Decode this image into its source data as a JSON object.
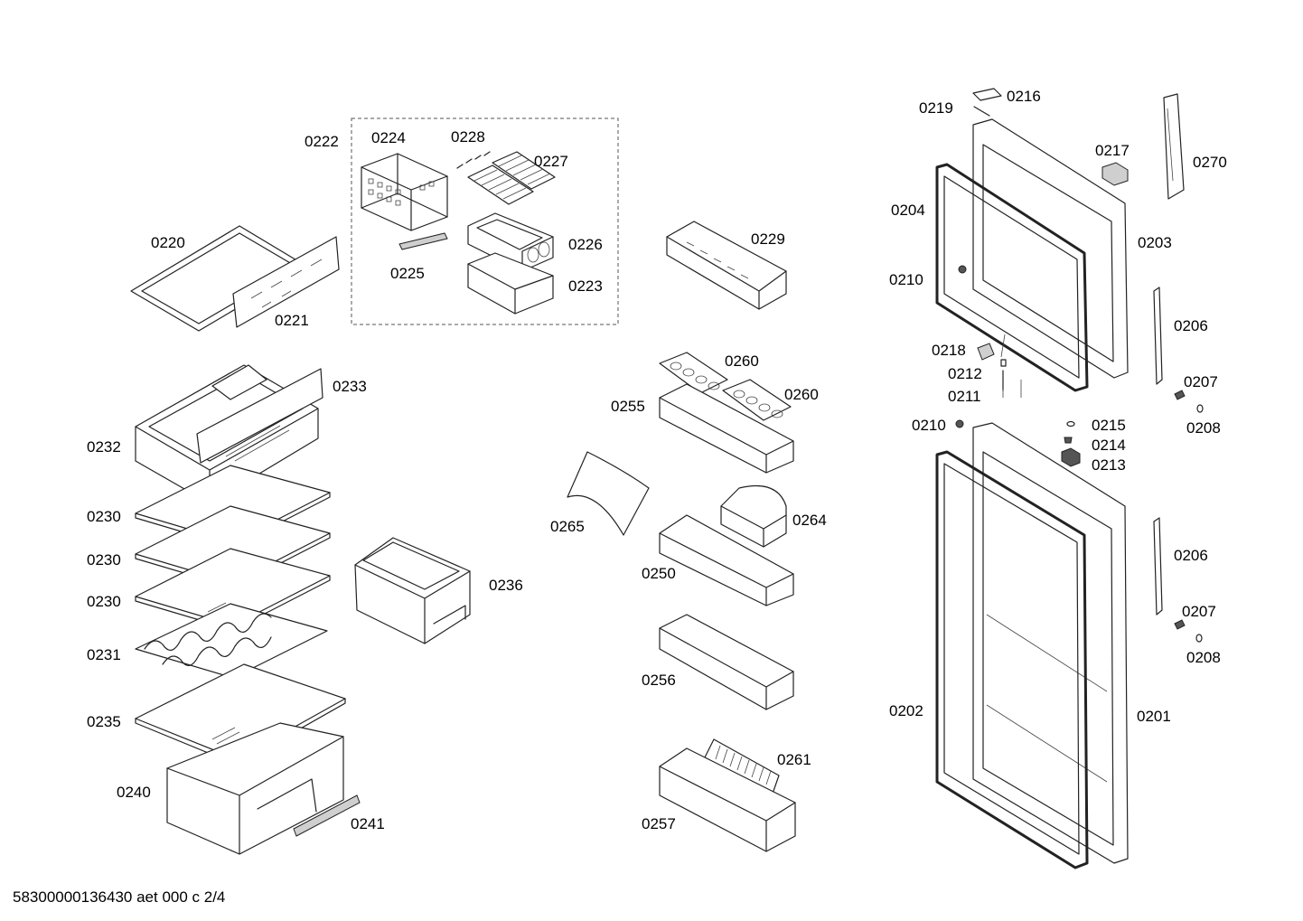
{
  "diagram": {
    "part_labels": [
      "0222",
      "0224",
      "0228",
      "0227",
      "0226",
      "0225",
      "0223",
      "0220",
      "0221",
      "0233",
      "0232",
      "0230",
      "0230",
      "0230",
      "0231",
      "0235",
      "0240",
      "0241",
      "0236",
      "0229",
      "0260",
      "0260",
      "0255",
      "0265",
      "0264",
      "0250",
      "0256",
      "0261",
      "0257",
      "0216",
      "0219",
      "0217",
      "0270",
      "0204",
      "0203",
      "0210",
      "0206",
      "0218",
      "0212",
      "0211",
      "0207",
      "0208",
      "0210",
      "0215",
      "0214",
      "0213",
      "0206",
      "0207",
      "0208",
      "0202",
      "0201"
    ],
    "footer_code": "58300000136430 aet 000 c 2/4"
  }
}
